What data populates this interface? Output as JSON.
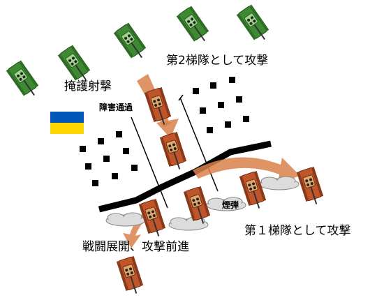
{
  "labels": {
    "cover_fire": "掩護射撃",
    "second_echelon": "第2梯隊として攻撃",
    "obstacle_passage": "障害通過",
    "smoke": "煙弾",
    "first_echelon": "第１梯隊として攻撃",
    "deploy_advance": "戦闘展開、攻撃前進"
  },
  "colors": {
    "friendly_tank_body": "#c0552a",
    "friendly_tank_turret": "#d9a267",
    "enemy_tank_body": "#4a9a3c",
    "enemy_tank_turret": "#9fd48c",
    "arrow": "#d9814a",
    "obstacle_line": "#000000",
    "smoke": "#dcdcdc",
    "flag_top": "#0057b7",
    "flag_bottom": "#ffd700"
  },
  "icons": {
    "flag": "ukraine-flag-icon",
    "enemy_tank": "green-tank-icon",
    "friendly_tank": "orange-tank-icon",
    "minefield": "minefield-icon",
    "smoke": "smoke-cloud-icon"
  }
}
